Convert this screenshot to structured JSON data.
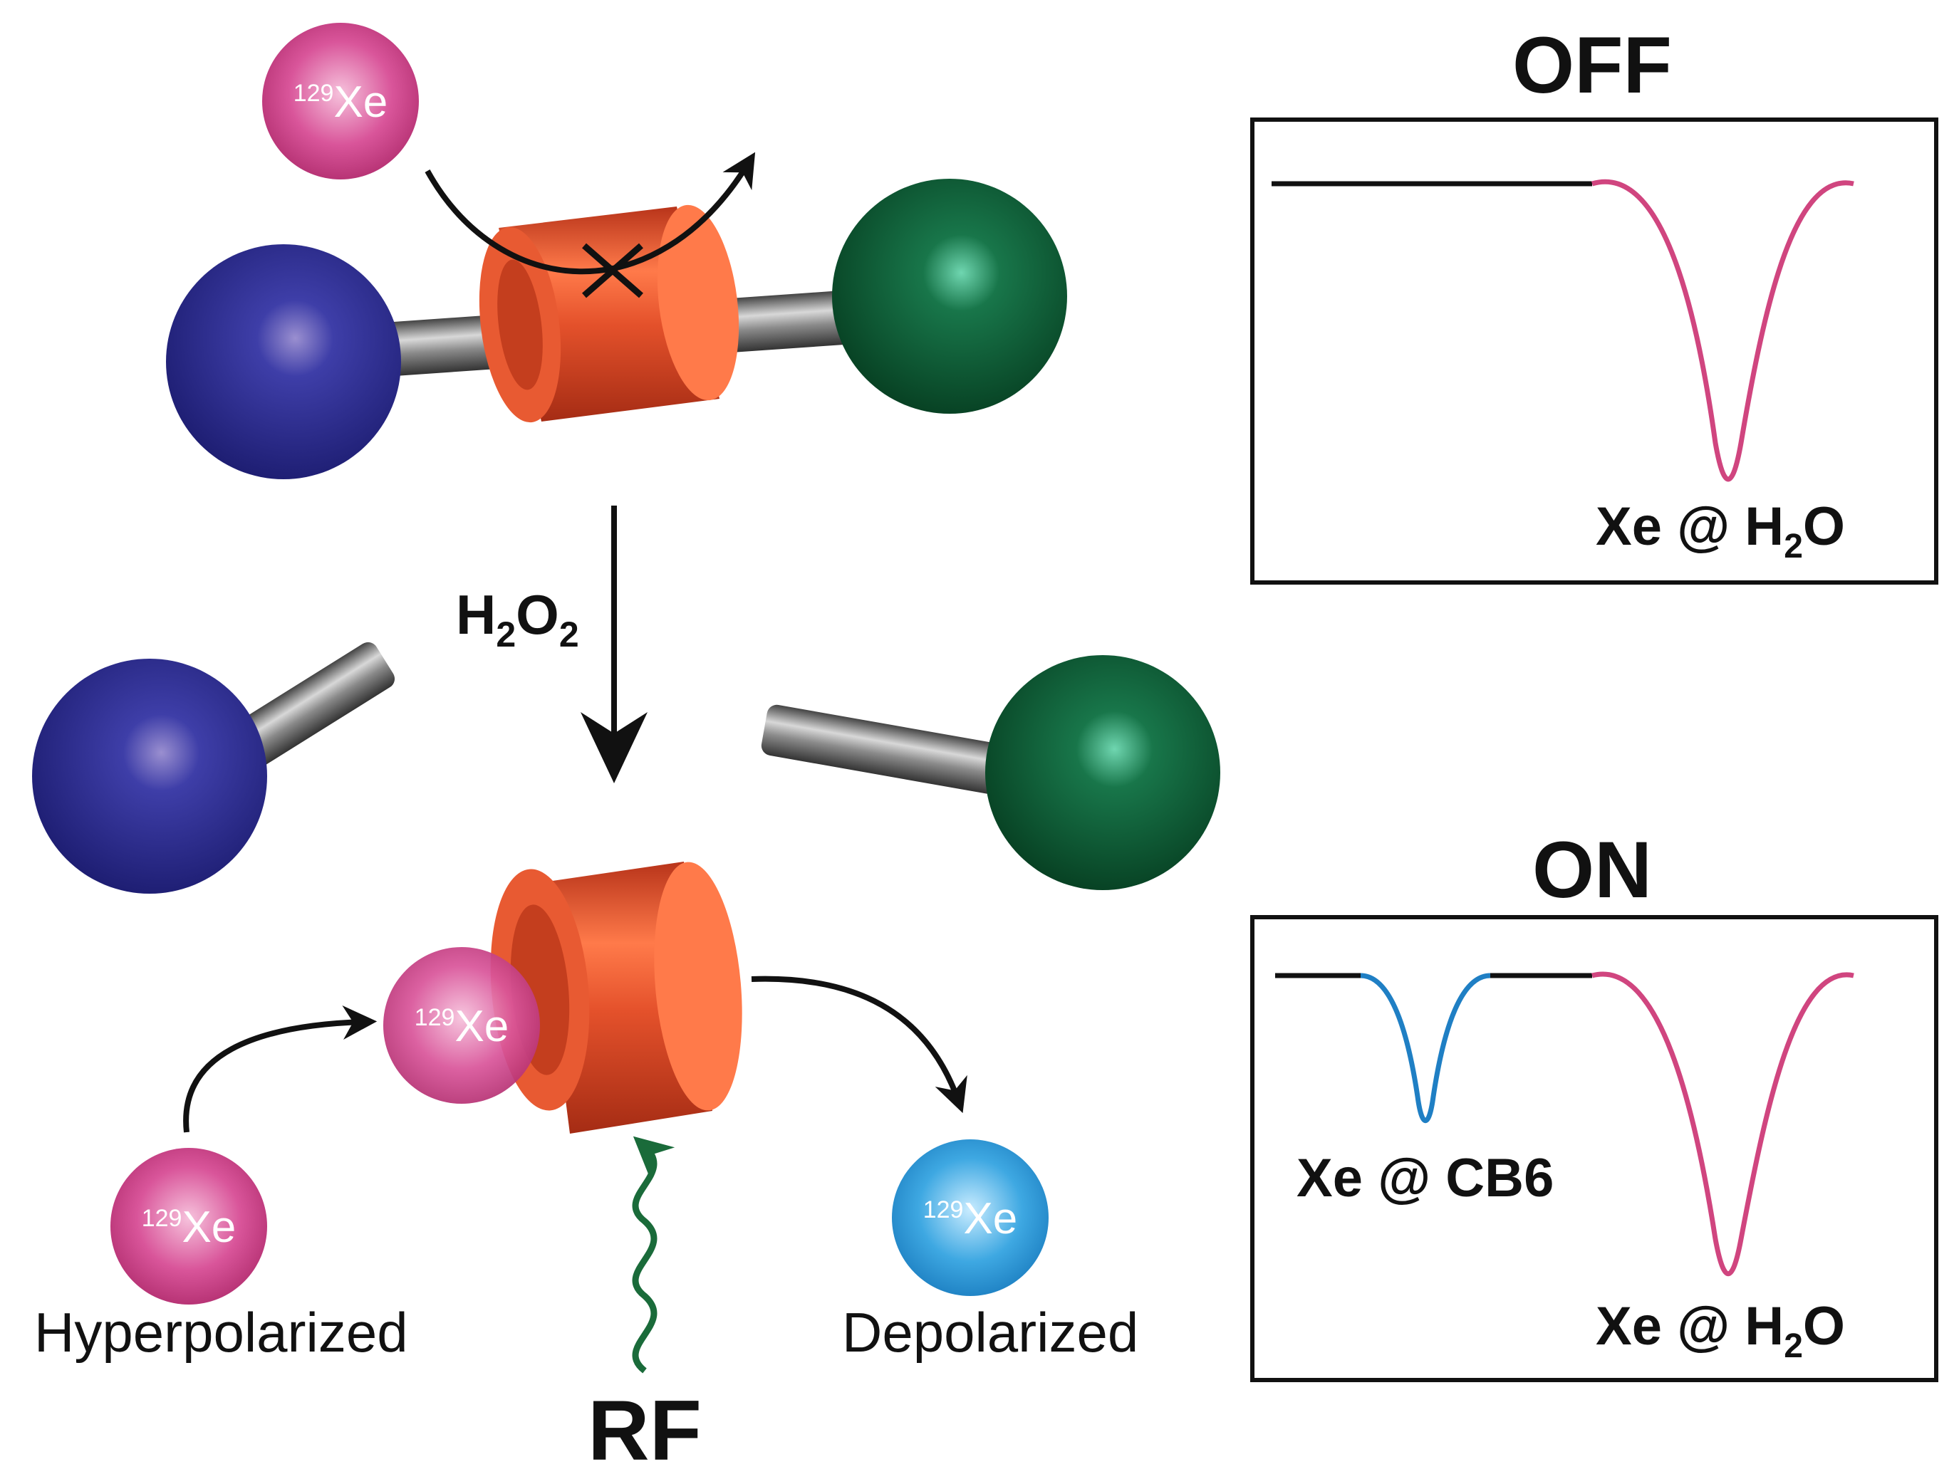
{
  "xenon": {
    "mass_number": "129",
    "symbol": "Xe"
  },
  "labels": {
    "reagent_main": "H",
    "reagent_sub1": "2",
    "reagent_mid": "O",
    "reagent_sub2": "2",
    "hyperpolarized": "Hyperpolarized",
    "depolarized": "Depolarized",
    "rf": "RF"
  },
  "panels": {
    "off": {
      "title": "OFF",
      "peak_label_main": "Xe @ H",
      "peak_label_sub": "2",
      "peak_label_end": "O"
    },
    "on": {
      "title": "ON",
      "peak1_label": "Xe @ CB6",
      "peak2_label_main": "Xe @ H",
      "peak2_label_sub": "2",
      "peak2_label_end": "O"
    }
  },
  "colors": {
    "hyperpolarized_xe": "#c8337a",
    "depolarized_xe": "#2a9ad6",
    "cb6_ring": "#e4512b",
    "blue_stopper": "#2a2a8f",
    "green_stopper": "#0e5a32",
    "axle": "#6a6a6a",
    "rf_wave": "#1a6b3a",
    "h2o_peak": "#d0457f",
    "cb6_peak": "#1f7fc4"
  }
}
